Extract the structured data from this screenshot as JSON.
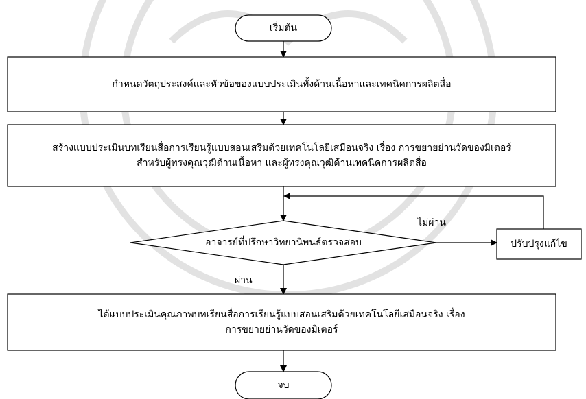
{
  "nodes": {
    "start": "เริ่มต้น",
    "step1": "กำหนดวัตถุประสงค์และหัวข้อของแบบประเมินทั้งด้านเนื้อหาและเทคนิคการผลิตสื่อ",
    "step2_line1": "สร้างแบบประเมินบทเรียนสื่อการเรียนรู้แบบสอนเสริมด้วยเทคโนโลยีเสมือนจริง เรื่อง การขยายย่านวัดของมิเตอร์",
    "step2_line2": "สำหรับผู้ทรงคุณวุฒิด้านเนื้อหา และผู้ทรงคุณวุฒิด้านเทคนิคการผลิตสื่อ",
    "decision": "อาจารย์ที่ปรึกษาวิทยานิพนธ์ตรวจสอบ",
    "revise": "ปรับปรุงแก้ไข",
    "step3_line1": "ได้แบบประเมินคุณภาพบทเรียนสื่อการเรียนรู้แบบสอนเสริมด้วยเทคโนโลยีเสมือนจริง เรื่อง",
    "step3_line2": "การขยายย่านวัดของมิเตอร์",
    "end": "จบ"
  },
  "edges": {
    "fail_label": "ไม่ผ่าน",
    "pass_label": "ผ่าน"
  },
  "colors": {
    "stroke": "#000000",
    "watermark": "#d9d9d9"
  }
}
